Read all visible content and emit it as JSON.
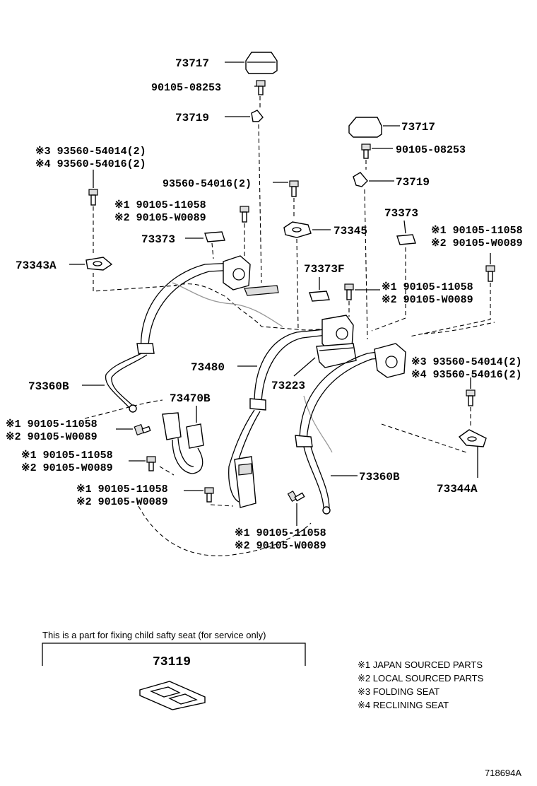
{
  "labels": {
    "p73717_a": "73717",
    "p90105_08253_a": "90105-08253",
    "p73719_a": "73719",
    "p73717_b": "73717",
    "p90105_08253_b": "90105-08253",
    "p73719_b": "73719",
    "l_left_top_1": "※3 93560-54014(2)",
    "l_left_top_2": "※4 93560-54016(2)",
    "p93560_mid": "93560-54016(2)",
    "l_bolt_a_1": "※1 90105-11058",
    "l_bolt_a_2": "※2 90105-W0089",
    "p73373_a": "73373",
    "p73345": "73345",
    "p73373_b": "73373",
    "l_bolt_r_1": "※1 90105-11058",
    "l_bolt_r_2": "※2 90105-W0089",
    "p73343A": "73343A",
    "p73373F": "73373F",
    "l_bolt_c_1": "※1 90105-11058",
    "l_bolt_c_2": "※2 90105-W0089",
    "p73480": "73480",
    "p73223": "73223",
    "l_right_mid_1": "※3 93560-54014(2)",
    "l_right_mid_2": "※4 93560-54016(2)",
    "p73360B_a": "73360B",
    "p73470B": "73470B",
    "l_bolt_d_1": "※1 90105-11058",
    "l_bolt_d_2": "※2 90105-W0089",
    "l_bolt_e_1": "※1 90105-11058",
    "l_bolt_e_2": "※2 90105-W0089",
    "l_bolt_f_1": "※1 90105-11058",
    "l_bolt_f_2": "※2 90105-W0089",
    "p73360B_b": "73360B",
    "p73344A": "73344A",
    "l_bolt_g_1": "※1 90105-11058",
    "l_bolt_g_2": "※2 90105-W0089"
  },
  "child_seat_box": {
    "caption": "This is a part for fixing child safty seat (for service only)",
    "part": "73119"
  },
  "legend": [
    "※1 JAPAN SOURCED PARTS",
    "※2 LOCAL SOURCED PARTS",
    "※3 FOLDING SEAT",
    "※4 RECLINING SEAT"
  ],
  "figure_id": "718694A"
}
